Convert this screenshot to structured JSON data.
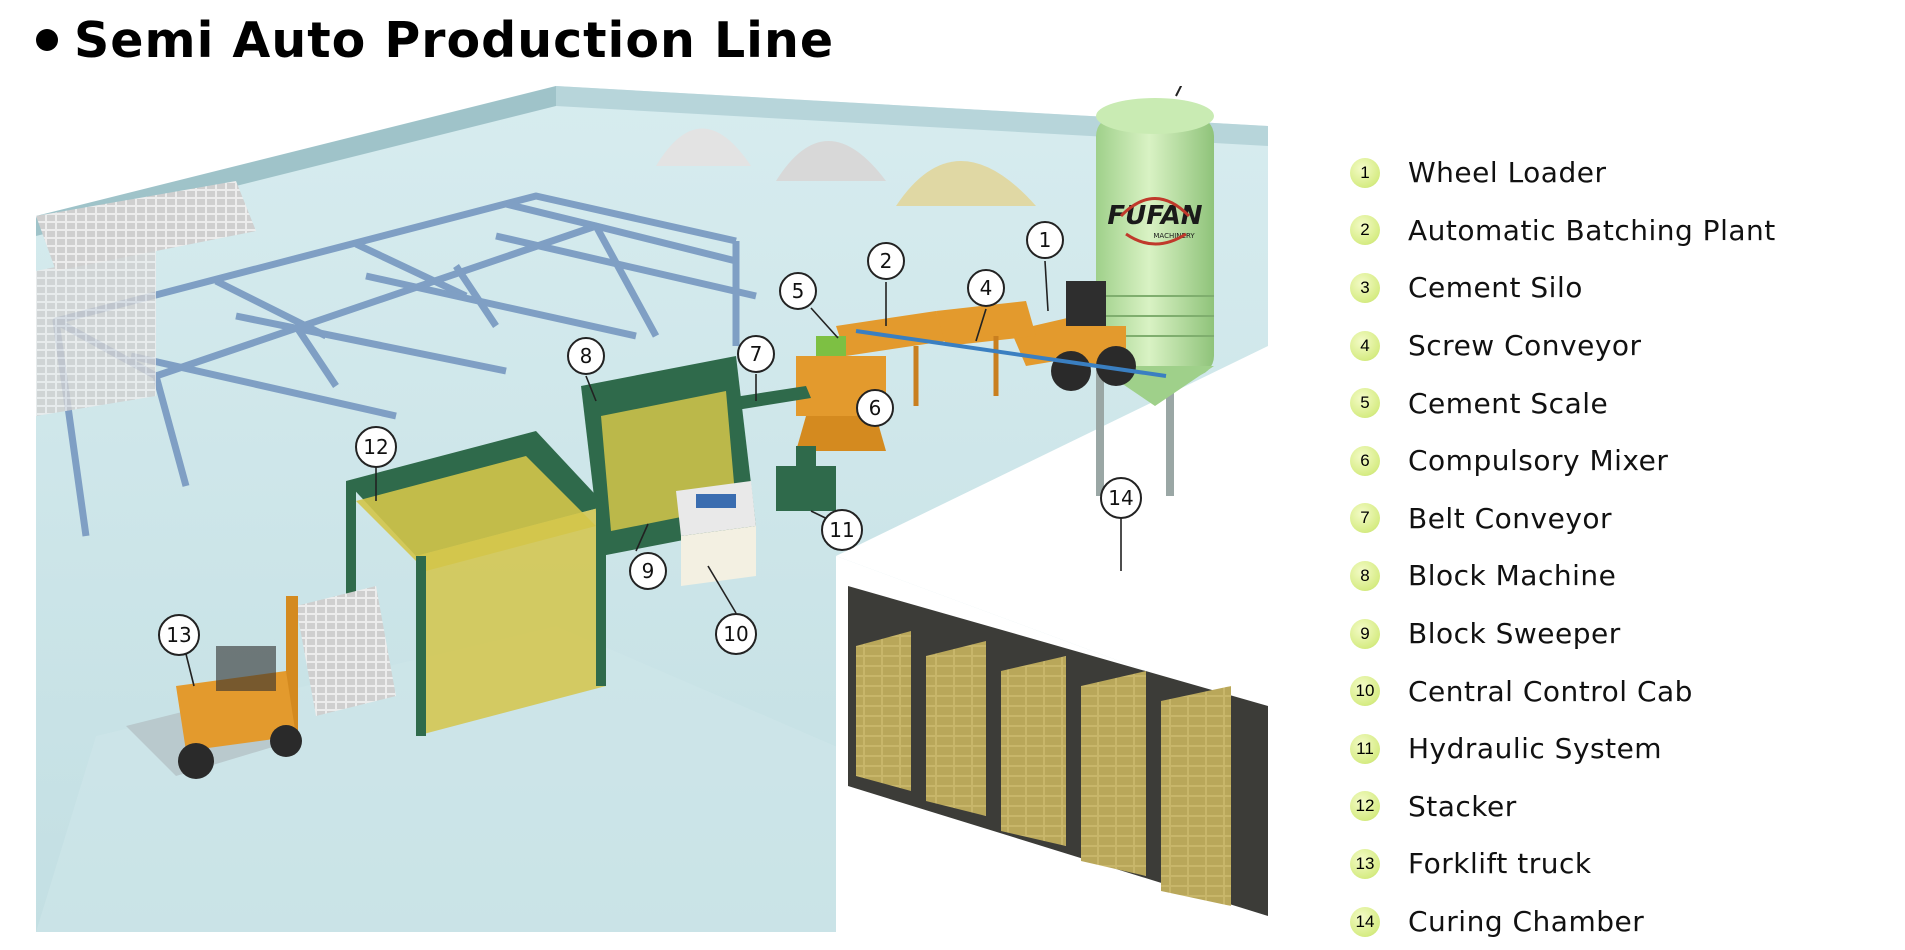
{
  "title": "Semi Auto Production Line",
  "logo_text": "FUFAN",
  "logo_sub": "MACHINERY",
  "colors": {
    "floor": "#c9e2e6",
    "wall": "#a9ccd2",
    "machine_green": "#2f6a4b",
    "panel_yellow": "#d3c54a",
    "machine_orange": "#e39a2d",
    "silo_green": "#bfe3a6",
    "badge_fill": "#d6ec84"
  },
  "legend": [
    {
      "num": "1",
      "label": "Wheel Loader"
    },
    {
      "num": "2",
      "label": "Automatic Batching Plant"
    },
    {
      "num": "3",
      "label": "Cement Silo"
    },
    {
      "num": "4",
      "label": "Screw Conveyor"
    },
    {
      "num": "5",
      "label": "Cement Scale"
    },
    {
      "num": "6",
      "label": "Compulsory Mixer"
    },
    {
      "num": "7",
      "label": "Belt Conveyor"
    },
    {
      "num": "8",
      "label": "Block Machine"
    },
    {
      "num": "9",
      "label": "Block Sweeper"
    },
    {
      "num": "10",
      "label": "Central Control Cab"
    },
    {
      "num": "11",
      "label": "Hydraulic System"
    },
    {
      "num": "12",
      "label": "Stacker"
    },
    {
      "num": "13",
      "label": "Forklift truck"
    },
    {
      "num": "14",
      "label": "Curing Chamber"
    }
  ],
  "callouts": [
    "1",
    "2",
    "4",
    "5",
    "6",
    "7",
    "8",
    "9",
    "10",
    "11",
    "12",
    "13",
    "14"
  ]
}
